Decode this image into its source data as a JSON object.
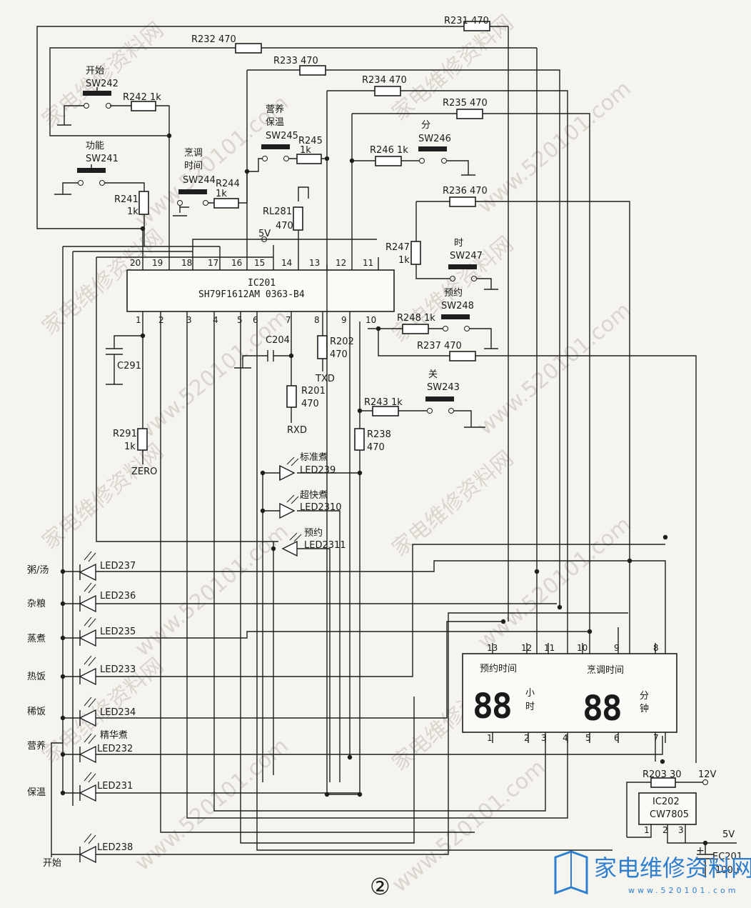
{
  "ic201": {
    "ref": "IC201",
    "part": "SH79F1612AM 0363-B4",
    "top_pins": [
      "20",
      "19",
      "18",
      "17",
      "16",
      "15",
      "14",
      "13",
      "12",
      "11"
    ],
    "bottom_pins": [
      "1",
      "2",
      "3",
      "4",
      "5",
      "6",
      "7",
      "8",
      "9",
      "10"
    ]
  },
  "supply_5v": "5V",
  "supply_12v": "12V",
  "resistors": {
    "r231": "R231 470",
    "r232": "R232 470",
    "r233": "R233 470",
    "r234": "R234 470",
    "r235": "R235 470",
    "r236": "R236 470",
    "r237": "R237 470",
    "r242": "R242 1k",
    "r246": "R246 1k",
    "r248": "R248 1k",
    "r243": "R243 1k",
    "r203": "R203 30",
    "r245": "R245",
    "r245v": "1k",
    "r244": "R244",
    "r244v": "1k",
    "r241": "R241",
    "r241v": "1k",
    "rl281": "RL281",
    "rl281v": "470",
    "r247": "R247",
    "r247v": "1k",
    "r291": "R291",
    "r291v": "1k",
    "r202": "R202",
    "r202v": "470",
    "r201": "R201",
    "r201v": "470",
    "r238": "R238",
    "r238v": "470"
  },
  "switches": {
    "sw242": {
      "cn": "开始",
      "ref": "SW242"
    },
    "sw241": {
      "cn": "功能",
      "ref": "SW241"
    },
    "sw245": {
      "cn1": "营养",
      "cn2": "保温",
      "ref": "SW245"
    },
    "sw244": {
      "cn1": "烹调",
      "cn2": "时间",
      "ref": "SW244"
    },
    "sw246": {
      "cn": "分",
      "ref": "SW246"
    },
    "sw247": {
      "cn": "时",
      "ref": "SW247"
    },
    "sw248": {
      "cn": "预约",
      "ref": "SW248"
    },
    "sw243": {
      "cn": "关",
      "ref": "SW243"
    }
  },
  "caps": {
    "c204": "C204",
    "c291": "C291"
  },
  "nets": {
    "txd": "TXD",
    "rxd": "RXD",
    "zero": "ZERO"
  },
  "leds_mid": [
    {
      "cn": "标准煮",
      "ref": "LED239"
    },
    {
      "cn": "超快煮",
      "ref": "LED2310"
    },
    {
      "cn": "预约",
      "ref": "LED2311"
    }
  ],
  "leds_left": [
    {
      "cn": "粥/汤",
      "ref": "LED237"
    },
    {
      "cn": "杂粮",
      "ref": "LED236"
    },
    {
      "cn": "蒸煮",
      "ref": "LED235"
    },
    {
      "cn": "热饭",
      "ref": "LED233"
    },
    {
      "cn": "稀饭",
      "ref": "LED234"
    },
    {
      "cn": "营养",
      "ref": "LED232",
      "extra": "精华煮"
    },
    {
      "cn": "保温",
      "ref": "LED231"
    },
    {
      "cn": "开始",
      "ref": "LED238"
    }
  ],
  "display": {
    "left_title": "预约时间",
    "right_title": "烹调时间",
    "digits": "88",
    "hour_1": "小",
    "hour_2": "时",
    "min_1": "分",
    "min_2": "钟",
    "top_pins": [
      "13",
      "12",
      "11",
      "10",
      "9",
      "8"
    ],
    "bottom_pins": [
      "1",
      "2",
      "3",
      "4",
      "5",
      "6",
      "7"
    ]
  },
  "ic202": {
    "ref": "IC202",
    "part": "CW7805",
    "pins": [
      "1",
      "2",
      "3"
    ]
  },
  "ec201": {
    "ref": "EC201",
    "value": "100μ",
    "plus": "+"
  },
  "figure_number": "②",
  "logo": {
    "text": "家电维修资料网",
    "url": "www.520101.com"
  },
  "watermark": [
    "家电维修资料网",
    "www.520101.com"
  ]
}
